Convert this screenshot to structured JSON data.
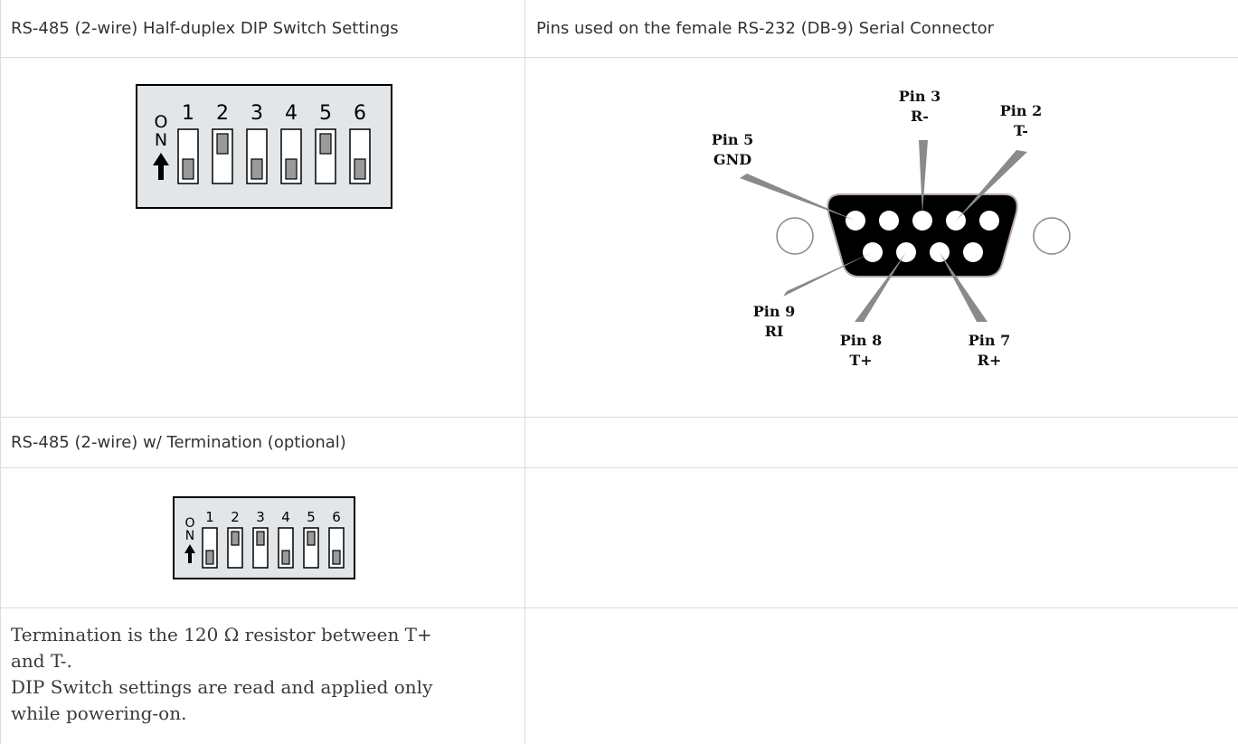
{
  "table": {
    "row1": {
      "left_header": "RS-485 (2-wire) Half-duplex DIP Switch Settings",
      "right_header": "Pins used on the female RS-232 (DB-9) Serial Connector"
    },
    "row3": {
      "left_header": "RS-485 (2-wire) w/ Termination (optional)"
    },
    "notes": {
      "line1": "Termination is the 120 Ω resistor between T+",
      "line2": "and T-.",
      "line3": "DIP Switch settings are read and applied only",
      "line4": "while powering-on."
    }
  },
  "dip_switch_1": {
    "on_label_o": "O",
    "on_label_n": "N",
    "numbers": [
      "1",
      "2",
      "3",
      "4",
      "5",
      "6"
    ],
    "states": [
      "off",
      "on",
      "off",
      "off",
      "on",
      "off"
    ]
  },
  "dip_switch_2": {
    "on_label_o": "O",
    "on_label_n": "N",
    "numbers": [
      "1",
      "2",
      "3",
      "4",
      "5",
      "6"
    ],
    "states": [
      "off",
      "on",
      "on",
      "off",
      "on",
      "off"
    ]
  },
  "connector": {
    "pin5": {
      "name": "Pin 5",
      "signal": "GND"
    },
    "pin3": {
      "name": "Pin 3",
      "signal": "R-"
    },
    "pin2": {
      "name": "Pin 2",
      "signal": "T-"
    },
    "pin9": {
      "name": "Pin 9",
      "signal": "RI"
    },
    "pin8": {
      "name": "Pin 8",
      "signal": "T+"
    },
    "pin7": {
      "name": "Pin 7",
      "signal": "R+"
    }
  },
  "colors": {
    "panel_fill": "#e3e6e9",
    "border": "#dcdcdc",
    "connector_body": "#000000",
    "pointer": "#8a8a8a"
  }
}
